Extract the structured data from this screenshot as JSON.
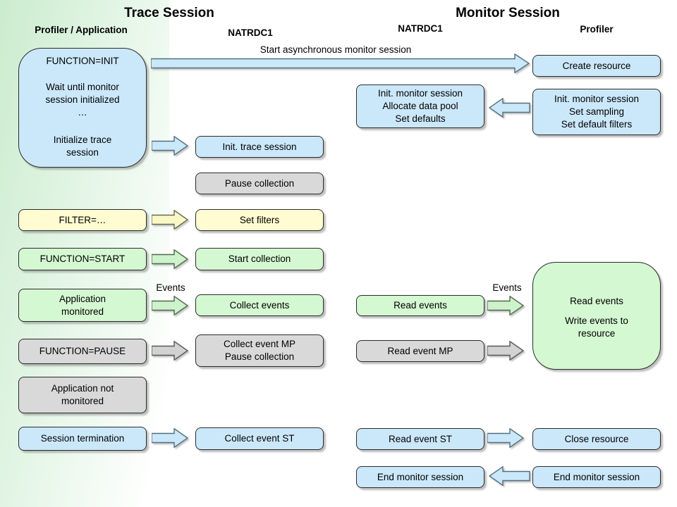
{
  "titles": {
    "trace": "Trace Session",
    "monitor": "Monitor Session"
  },
  "headers": {
    "col1": "Profiler / Application",
    "col2": "NATRDC1",
    "col3": "NATRDC1",
    "col4": "Profiler"
  },
  "labels": {
    "start_async": "Start asynchronous monitor session",
    "events_left": "Events",
    "events_right": "Events"
  },
  "boxes": {
    "function_init": {
      "lines": [
        "FUNCTION=INIT",
        "Wait until monitor",
        "session initialized",
        "…",
        "Initialize trace",
        "session"
      ]
    },
    "filter": {
      "lines": [
        "FILTER=…"
      ]
    },
    "function_start": {
      "lines": [
        "FUNCTION=START"
      ]
    },
    "app_monitored": {
      "lines": [
        "Application",
        "monitored"
      ]
    },
    "function_pause": {
      "lines": [
        "FUNCTION=PAUSE"
      ]
    },
    "app_not_monitored": {
      "lines": [
        "Application not",
        "monitored"
      ]
    },
    "session_termination": {
      "lines": [
        "Session termination"
      ]
    },
    "init_trace": {
      "lines": [
        "Init. trace session"
      ]
    },
    "pause_collection": {
      "lines": [
        "Pause collection"
      ]
    },
    "set_filters": {
      "lines": [
        "Set filters"
      ]
    },
    "start_collection": {
      "lines": [
        "Start collection"
      ]
    },
    "collect_events": {
      "lines": [
        "Collect events"
      ]
    },
    "collect_event_mp": {
      "lines": [
        "Collect event MP",
        "Pause collection"
      ]
    },
    "collect_event_st": {
      "lines": [
        "Collect event ST"
      ]
    },
    "init_monitor_natrdc1": {
      "lines": [
        "Init. monitor session",
        "Allocate data pool",
        "Set defaults"
      ]
    },
    "read_events": {
      "lines": [
        "Read events"
      ]
    },
    "read_event_mp": {
      "lines": [
        "Read event MP"
      ]
    },
    "read_event_st": {
      "lines": [
        "Read event ST"
      ]
    },
    "end_monitor_natrdc1": {
      "lines": [
        "End monitor session"
      ]
    },
    "create_resource": {
      "lines": [
        "Create resource"
      ]
    },
    "init_monitor_profiler": {
      "lines": [
        "Init. monitor session",
        "Set sampling",
        "Set default filters"
      ]
    },
    "read_write_events": {
      "lines": [
        "Read events",
        "Write events to",
        "resource"
      ]
    },
    "close_resource": {
      "lines": [
        "Close resource"
      ]
    },
    "end_monitor_profiler": {
      "lines": [
        "End monitor session"
      ]
    }
  },
  "colors": {
    "box_blue": "#CBE8FA",
    "box_green": "#CEF2CB",
    "box_yellow": "#FBF8C8",
    "box_gray": "#D2D2D2",
    "band_yellow": "#F6F0BC",
    "band_green": "#CBECCE",
    "border": "#2B2B2B"
  }
}
